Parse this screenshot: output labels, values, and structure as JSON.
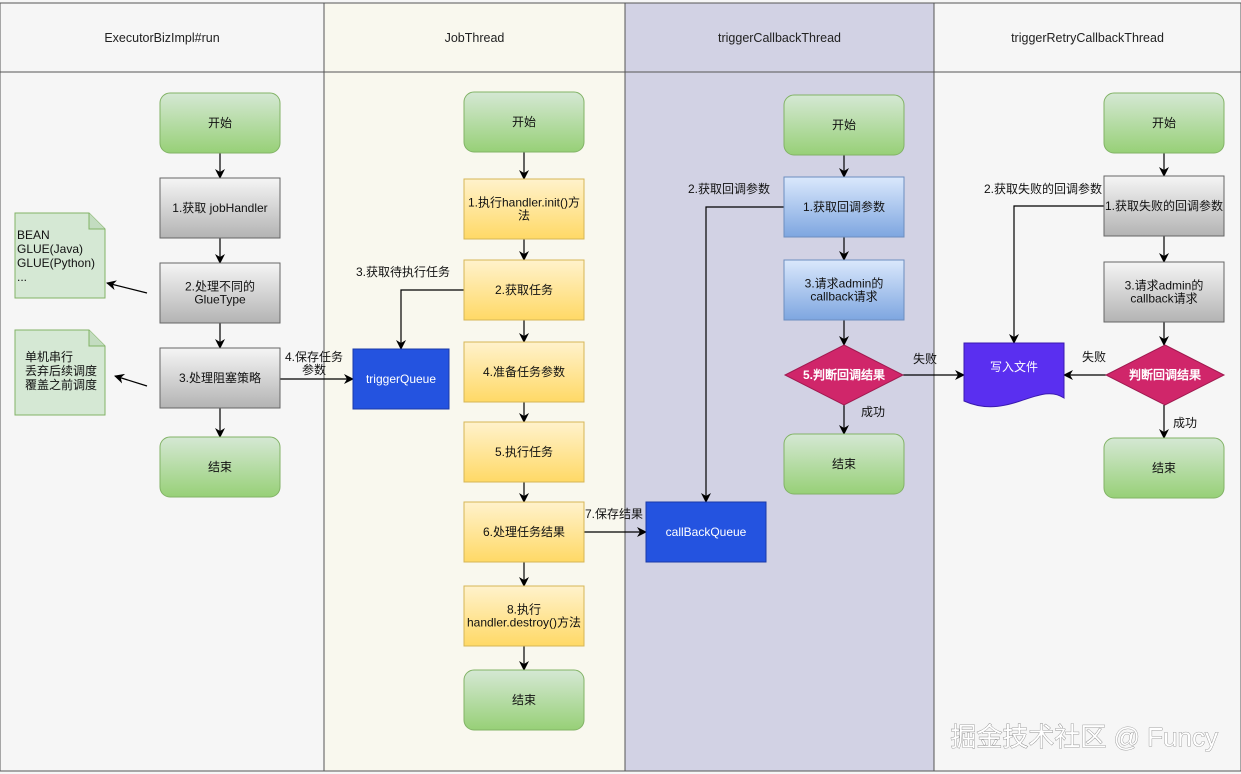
{
  "lanes": [
    {
      "id": "executor",
      "title": "ExecutorBizImpl#run",
      "color": "#f6f6f6"
    },
    {
      "id": "jobthread",
      "title": "JobThread",
      "color": "#f9f8ee"
    },
    {
      "id": "callback",
      "title": "triggerCallbackThread",
      "color": "#d2d2e4"
    },
    {
      "id": "retry",
      "title": "triggerRetryCallbackThread",
      "color": "#f6f6f6"
    }
  ],
  "nodes": {
    "ex_start": {
      "text": [
        "开始"
      ]
    },
    "ex_1": {
      "text": [
        "1.获取 jobHandler"
      ]
    },
    "ex_2": {
      "text": [
        "2.处理不同的",
        "GlueType"
      ]
    },
    "ex_3": {
      "text": [
        "3.处理阻塞策略"
      ]
    },
    "ex_end": {
      "text": [
        "结束"
      ]
    },
    "ex_note1": {
      "text": [
        "BEAN",
        "GLUE(Java)",
        "GLUE(Python)",
        "..."
      ]
    },
    "ex_note2": {
      "text": [
        "单机串行",
        "丢弃后续调度",
        "覆盖之前调度"
      ]
    },
    "trigger_queue": {
      "text": [
        "triggerQueue"
      ]
    },
    "jt_start": {
      "text": [
        "开始"
      ]
    },
    "jt_1": {
      "text": [
        "1.执行handler.init()方",
        "法"
      ]
    },
    "jt_2": {
      "text": [
        "2.获取任务"
      ]
    },
    "jt_4": {
      "text": [
        "4.准备任务参数"
      ]
    },
    "jt_5": {
      "text": [
        "5.执行任务"
      ]
    },
    "jt_6": {
      "text": [
        "6.处理任务结果"
      ]
    },
    "jt_8": {
      "text": [
        "8.执行",
        "handler.destroy()方法"
      ]
    },
    "jt_end": {
      "text": [
        "结束"
      ]
    },
    "cb_start": {
      "text": [
        "开始"
      ]
    },
    "cb_1": {
      "text": [
        "1.获取回调参数"
      ]
    },
    "cb_3": {
      "text": [
        "3.请求admin的",
        "callback请求"
      ]
    },
    "cb_5": {
      "text": [
        "5.判断回调结果"
      ]
    },
    "cb_end": {
      "text": [
        "结束"
      ]
    },
    "callback_queue": {
      "text": [
        "callBackQueue"
      ]
    },
    "write_file": {
      "text": [
        "写入文件"
      ]
    },
    "rt_start": {
      "text": [
        "开始"
      ]
    },
    "rt_1": {
      "text": [
        "1.获取失败的回调参数"
      ]
    },
    "rt_3": {
      "text": [
        "3.请求admin的",
        "callback请求"
      ]
    },
    "rt_judge": {
      "text": [
        "判断回调结果"
      ]
    },
    "rt_end": {
      "text": [
        "结束"
      ]
    }
  },
  "edge_labels": {
    "save_task": [
      "4.保存任务",
      "参数"
    ],
    "get_pending": "3.获取待执行任务",
    "save_result": "7.保存结果",
    "get_cb_params": "2.获取回调参数",
    "cb_fail": "失败",
    "cb_success": "成功",
    "get_failed_params": "2.获取失败的回调参数",
    "rt_fail": "失败",
    "rt_success": "成功"
  },
  "colors": {
    "green_top": "#d5e8d4",
    "green_bottom": "#97d077",
    "green_stroke": "#82b366",
    "gray_top": "#f5f5f5",
    "gray_bottom": "#b3b3b3",
    "gray_stroke": "#666666",
    "yellow_top": "#fff2cc",
    "yellow_bottom": "#ffd966",
    "yellow_stroke": "#d6b656",
    "blue_top": "#dae8fc",
    "blue_bottom": "#7ea6e0",
    "blue_stroke": "#6c8ebf",
    "queue_fill": "#2453e0",
    "diamond_fill": "#d0266a",
    "file_fill": "#5a2ff0",
    "note_fill": "#d5e8d4"
  },
  "watermark": "掘金技术社区 @ Funcy"
}
